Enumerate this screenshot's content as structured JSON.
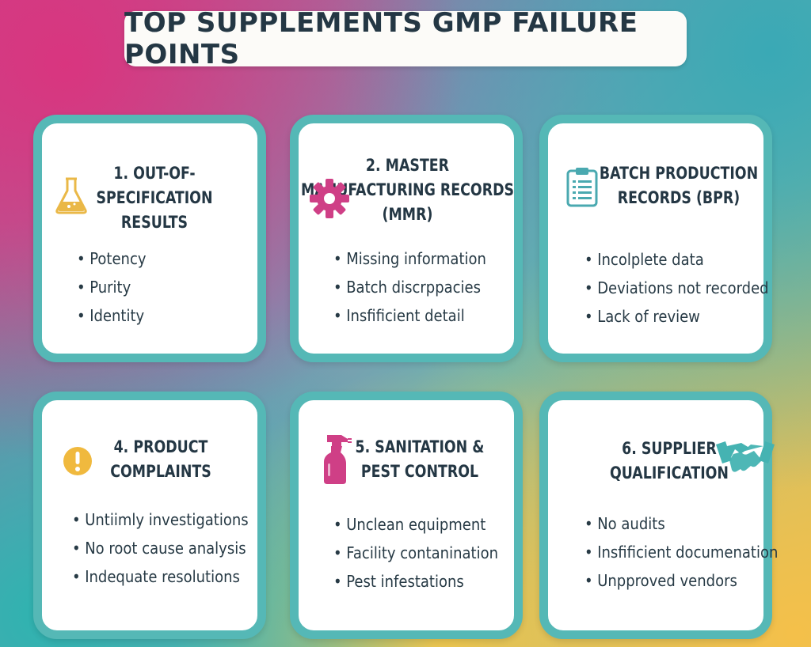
{
  "header": {
    "title": "TOP SUPPLEMENTS GMP FAILURE POINTS"
  },
  "colors": {
    "card_border": "#55b8b6",
    "text_dark": "#243744",
    "flask_gold": "#eab847",
    "gear_magenta": "#cf3f86",
    "clipboard_teal": "#4aa9b0",
    "alert_gold": "#f0b93e",
    "spray_magenta": "#cf3f86",
    "handshake_teal": "#45b3b2"
  },
  "cards": [
    {
      "title": "1. OUT-OF-SPECIFICATION RESULTS",
      "icon": "flask-icon",
      "items": [
        "Potency",
        "Purity",
        "Identity"
      ]
    },
    {
      "title": "2. MASTER MANUFACTURING RECORDS (MMR)",
      "icon": "gear-icon",
      "items": [
        "Missing information",
        "Batch discrppacies",
        "Insfificient detail"
      ]
    },
    {
      "title": "BATCH PRODUCTION RECORDS (BPR)",
      "icon": "clipboard-icon",
      "items": [
        "Incolplete data",
        "Deviations not recorded",
        "Lack of review"
      ]
    },
    {
      "title": "4. PRODUCT COMPLAINTS",
      "icon": "alert-icon",
      "items": [
        "Untiimly investigations",
        "No root cause analysis",
        "Indequate resolutions"
      ]
    },
    {
      "title": "5. SANITATION & PEST CONTROL",
      "icon": "spray-bottle-icon",
      "items": [
        "Unclean equipment",
        "Facility contanination",
        "Pest infestations"
      ]
    },
    {
      "title": "6. SUPPLIER QUALIFICATION",
      "icon": "handshake-icon",
      "items": [
        "No audits",
        "Insfificient documenation",
        "Unpproved vendors"
      ]
    }
  ]
}
